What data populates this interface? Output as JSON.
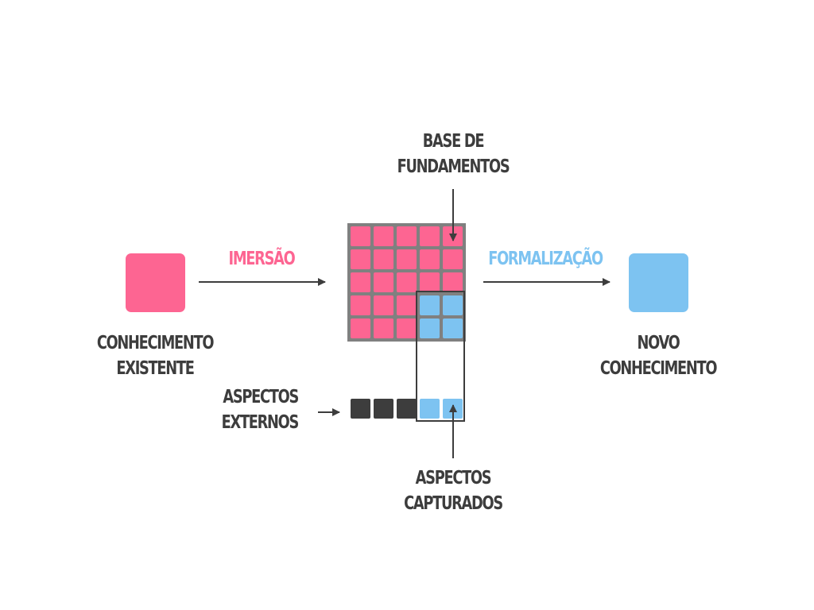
{
  "colors": {
    "pink": "#fd6592",
    "blue": "#7dc3f1",
    "dark": "#3d3d3d",
    "grid": "#808080"
  },
  "icons": {
    "arrow": "arrow-right-icon / arrow-down-icon / arrow-up-icon"
  },
  "existing_knowledge": {
    "line1": "CONHECIMENTO",
    "line2": "EXISTENTE"
  },
  "immersion": {
    "label": "IMERSÃO"
  },
  "foundation_base": {
    "line1": "BASE DE",
    "line2": "FUNDAMENTOS",
    "cells": 25,
    "captured_cells": 4
  },
  "formalization": {
    "label": "FORMALIZAÇÃO"
  },
  "new_knowledge": {
    "line1": "NOVO",
    "line2": "CONHECIMENTO"
  },
  "external_aspects": {
    "line1": "ASPECTOS",
    "line2": "EXTERNOS",
    "count": 5,
    "captured": 2
  },
  "captured_aspects": {
    "line1": "ASPECTOS",
    "line2": "CAPTURADOS"
  }
}
